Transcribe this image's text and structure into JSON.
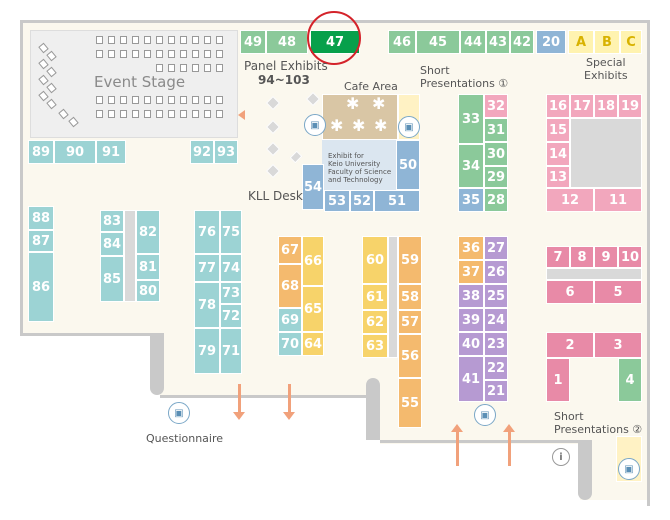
{
  "labels": {
    "event_stage": "Event Stage",
    "panel_exhibits": "Panel Exhibits",
    "panel_range": "94~103",
    "cafe_area": "Cafe Area",
    "short_pres_1": "Short\nPresentations ①",
    "special_exhibits": "Special\nExhibits",
    "keio_exhibit": "Exhibit for\nKeio University\nFaculty of Science\nand Technology",
    "kll_desk": "KLL Desk",
    "short_pres_2": "Short\nPresentations ②",
    "questionnaire": "Questionnaire"
  },
  "booths": {
    "b49": "49",
    "b48": "48",
    "b47": "47",
    "b46": "46",
    "b45": "45",
    "b44": "44",
    "b43": "43",
    "b42": "42",
    "b20": "20",
    "bA": "A",
    "bB": "B",
    "bC": "C",
    "b89": "89",
    "b90": "90",
    "b91": "91",
    "b92": "92",
    "b93": "93",
    "b88": "88",
    "b87": "87",
    "b86": "86",
    "b83": "83",
    "b84": "84",
    "b85": "85",
    "b82": "82",
    "b81": "81",
    "b80": "80",
    "b76": "76",
    "b75": "75",
    "b77": "77",
    "b74": "74",
    "b78": "78",
    "b73": "73",
    "b72": "72",
    "b79": "79",
    "b71": "71",
    "b67": "67",
    "b66": "66",
    "b68": "68",
    "b65": "65",
    "b69": "69",
    "b70": "70",
    "b64": "64",
    "b60": "60",
    "b59": "59",
    "b61": "61",
    "b58": "58",
    "b62": "62",
    "b57": "57",
    "b63": "63",
    "b56": "56",
    "b55": "55",
    "b54": "54",
    "b53": "53",
    "b52": "52",
    "b51": "51",
    "b50": "50",
    "b33": "33",
    "b32": "32",
    "b31": "31",
    "b34": "34",
    "b30": "30",
    "b29": "29",
    "b35": "35",
    "b28": "28",
    "b36": "36",
    "b27": "27",
    "b37": "37",
    "b26": "26",
    "b38": "38",
    "b25": "25",
    "b39": "39",
    "b24": "24",
    "b40": "40",
    "b23": "23",
    "b41": "41",
    "b22": "22",
    "b21": "21",
    "b16": "16",
    "b17": "17",
    "b18": "18",
    "b19": "19",
    "b15": "15",
    "b14": "14",
    "b13": "13",
    "b12": "12",
    "b11": "11",
    "b7": "7",
    "b8": "8",
    "b9": "9",
    "b10": "10",
    "b6": "6",
    "b5": "5",
    "b2": "2",
    "b3": "3",
    "b1": "1",
    "b4": "4"
  },
  "highlighted_booth": "47",
  "info_icon": "i",
  "icon_names": {
    "presentation": "presentation-screen-icon",
    "questionnaire": "questionnaire-screen-icon",
    "info": "info-icon"
  },
  "colors": {
    "highlight_ring": "#d4232a",
    "highlighted_booth": "#07a04b"
  }
}
